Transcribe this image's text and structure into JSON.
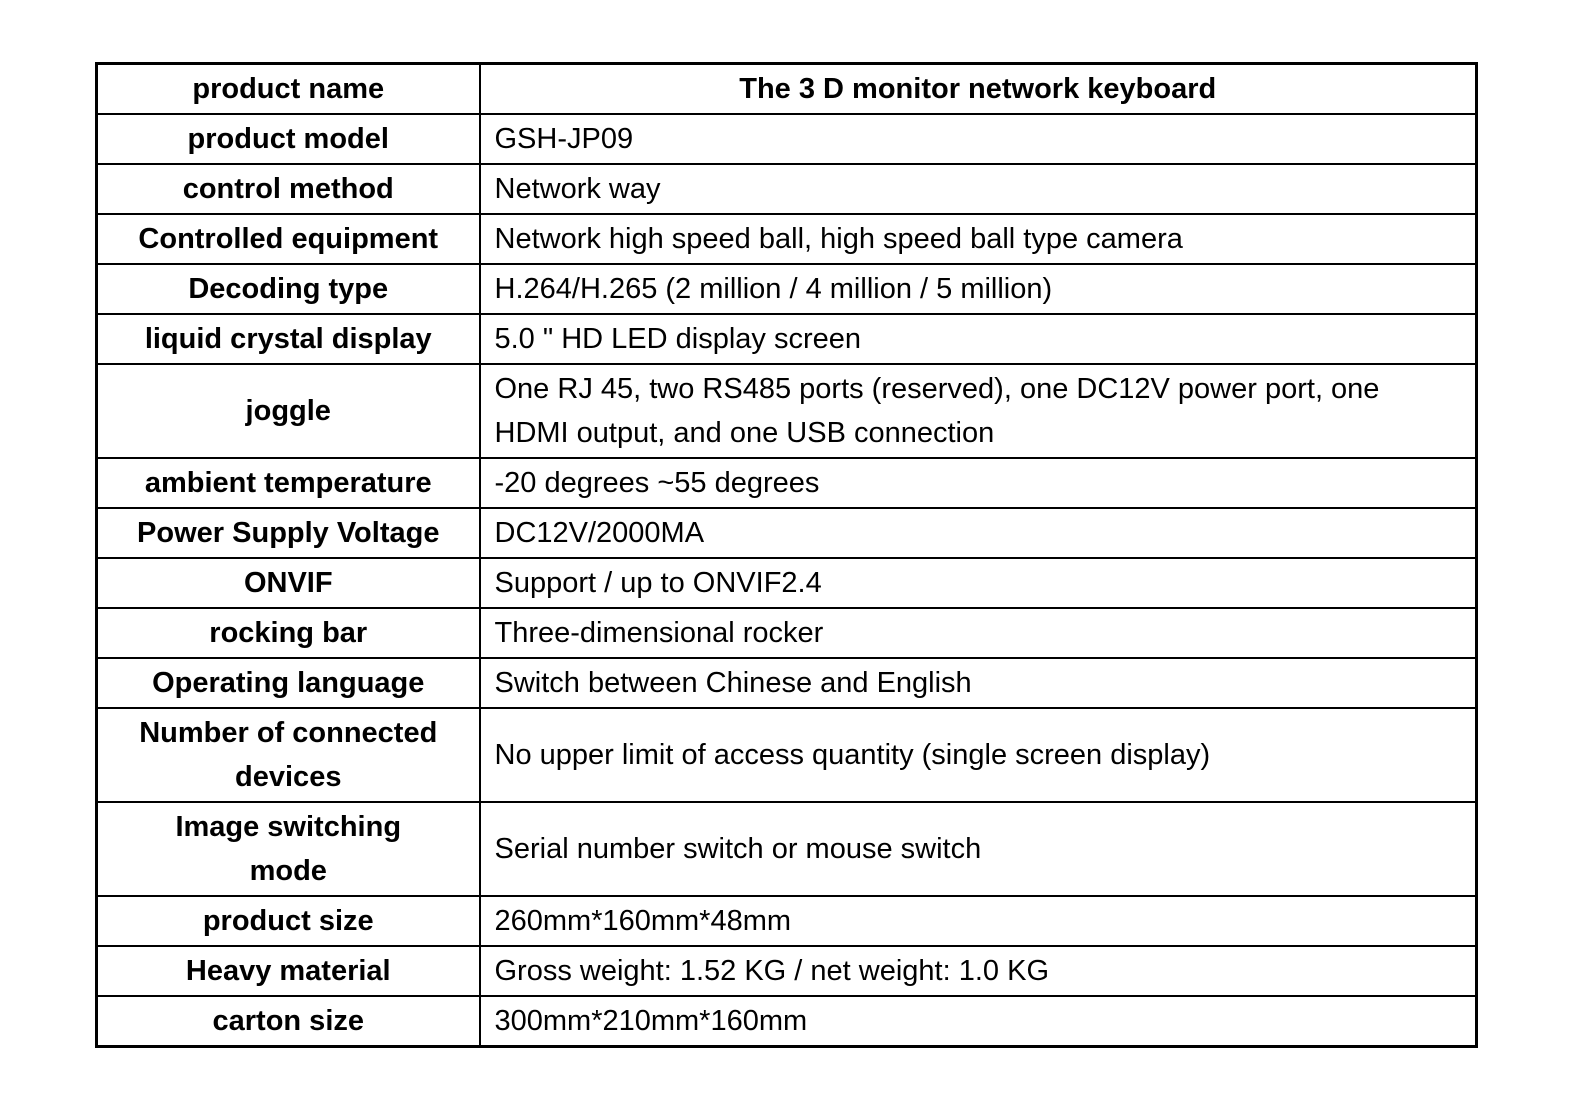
{
  "colors": {
    "background": "#ffffff",
    "border": "#000000",
    "text": "#000000"
  },
  "table": {
    "rows": [
      {
        "label": "product name",
        "value": "The 3 D monitor network keyboard"
      },
      {
        "label": "product model",
        "value": "GSH-JP09"
      },
      {
        "label": "control method",
        "value": "Network way"
      },
      {
        "label": "Controlled equipment",
        "value": "Network high speed ball, high speed ball type camera"
      },
      {
        "label": "Decoding type",
        "value": "H.264/H.265 (2 million / 4 million / 5 million)"
      },
      {
        "label": "liquid crystal display",
        "value": "5.0 \" HD LED display screen"
      },
      {
        "label": "joggle",
        "value": "One RJ 45, two RS485 ports (reserved), one DC12V power port, one HDMI output, and one USB connection"
      },
      {
        "label": "ambient temperature",
        "value": "-20 degrees ~55 degrees"
      },
      {
        "label": "Power Supply Voltage",
        "value": "DC12V/2000MA"
      },
      {
        "label": "ONVIF",
        "value": "Support / up to ONVIF2.4"
      },
      {
        "label": "rocking bar",
        "value": "Three-dimensional rocker"
      },
      {
        "label": "Operating language",
        "value": "Switch between Chinese and English"
      },
      {
        "label": "Number of connected\ndevices",
        "value": "No upper limit of access quantity (single screen display)"
      },
      {
        "label": "Image switching\nmode",
        "value": "Serial number switch or mouse switch"
      },
      {
        "label": "product size",
        "value": "260mm*160mm*48mm"
      },
      {
        "label": "Heavy material",
        "value": "Gross weight: 1.52 KG / net weight: 1.0 KG"
      },
      {
        "label": "carton size",
        "value": "300mm*210mm*160mm"
      }
    ]
  }
}
